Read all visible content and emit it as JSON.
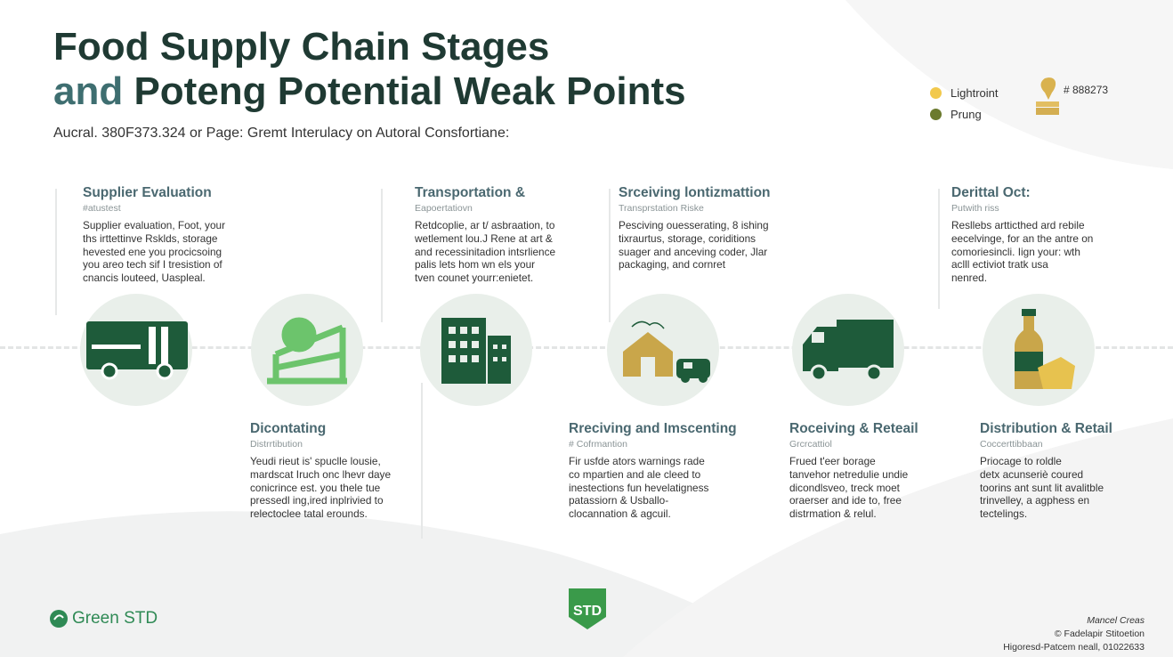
{
  "header": {
    "title_line1": "Food Supply Chain Stages",
    "title_and": "and",
    "title_line2_rest": " Poteng Potential Weak Points",
    "subtitle": "Aucral. 380F373.324 or Page: Gremt Interulacy on Autoral Consfortiane:"
  },
  "legend": {
    "items": [
      {
        "label": "Lightroint",
        "color": "#f2c94c"
      },
      {
        "label": "Prung",
        "color": "#6b7a2e"
      }
    ],
    "code": "# 888273"
  },
  "colors": {
    "dark_green": "#1e5b3a",
    "light_green": "#6cc46c",
    "gold": "#c9a64a",
    "circle_bg": "#e9efea"
  },
  "top_stages": [
    {
      "title": "Supplier Evaluation",
      "sub": "#atustest",
      "lines": [
        "Supplier evaluation, Foot, your",
        "ths irttettinve Rsklds, storage",
        "hevested ene you procicsoing",
        "you areo tech sif I tresistion of",
        "cnancis louteed, Uaspleal."
      ]
    },
    {
      "title": "Transportation &",
      "sub": "Eapoertatiovn",
      "lines": [
        "Retdcoplie, ar t/ asbraation, to",
        "wetlement lou.J Rene at art &",
        "and recessinitadion intsrlience",
        "palis lets hom wn els your",
        "tven counet yourr:enietet."
      ]
    },
    {
      "title": "Srceiving lontizmattion",
      "sub": "Transprstation Riske",
      "lines": [
        "Pesciving ouesserating, 8 ishing",
        "tixraurtus, storage, coriditions",
        "suager and anceving coder, Jlar",
        "packaging, and cornret"
      ]
    },
    {
      "title": "Derittal Oct:",
      "sub": "Putwith riss",
      "lines": [
        "Resllebs artticthed ard rebile",
        "eecelvinge, for an the antre on",
        "comoriesincli. Iign your: wth",
        "aclll ectiviot tratk usa",
        "nenred."
      ]
    }
  ],
  "bottom_stages": [
    {
      "title": "Dicontating",
      "sub": "Distrrtibution",
      "lines": [
        "Yeudi rieut is' spuclle lousie,",
        "mardscat Iruch onc lhevr daye",
        "conicrince est. you thele tue",
        "pressedl ing,ired inplrivied to",
        "relectoclee tatal erounds."
      ]
    },
    {
      "title": "Rreciving and Imscenting",
      "sub": "# Cofrmantion",
      "lines": [
        "Fir usfde ators warnings rade",
        "co mpartien and ale cleed to",
        "inestections fun hevelatigness",
        "patassiorn & Usballo-",
        "clocannation & agcuil."
      ]
    },
    {
      "title": "Roceiving & Reteail",
      "sub": "Grcrcattiol",
      "lines": [
        "Frued t'eer borage",
        "tanvehor netredulie undie",
        "dicondlsveo, treck moet",
        "oraerser and ide to, free",
        "distrmation & relul."
      ]
    },
    {
      "title": "Distribution & Retail",
      "sub": "Coccerttibbaan",
      "lines": [
        "Priocage to roldle",
        "detx acunseriè coured",
        "toorins ant sunt lit avalitble",
        "trinvelley, a agphess en",
        "tectelings."
      ]
    }
  ],
  "footer": {
    "brand": "Green STD",
    "badge": "STD",
    "credits": [
      "Mancel Creas",
      "© Fadelapir Stitoetion",
      "Higoresd-Patcem neall, 01022633"
    ]
  }
}
